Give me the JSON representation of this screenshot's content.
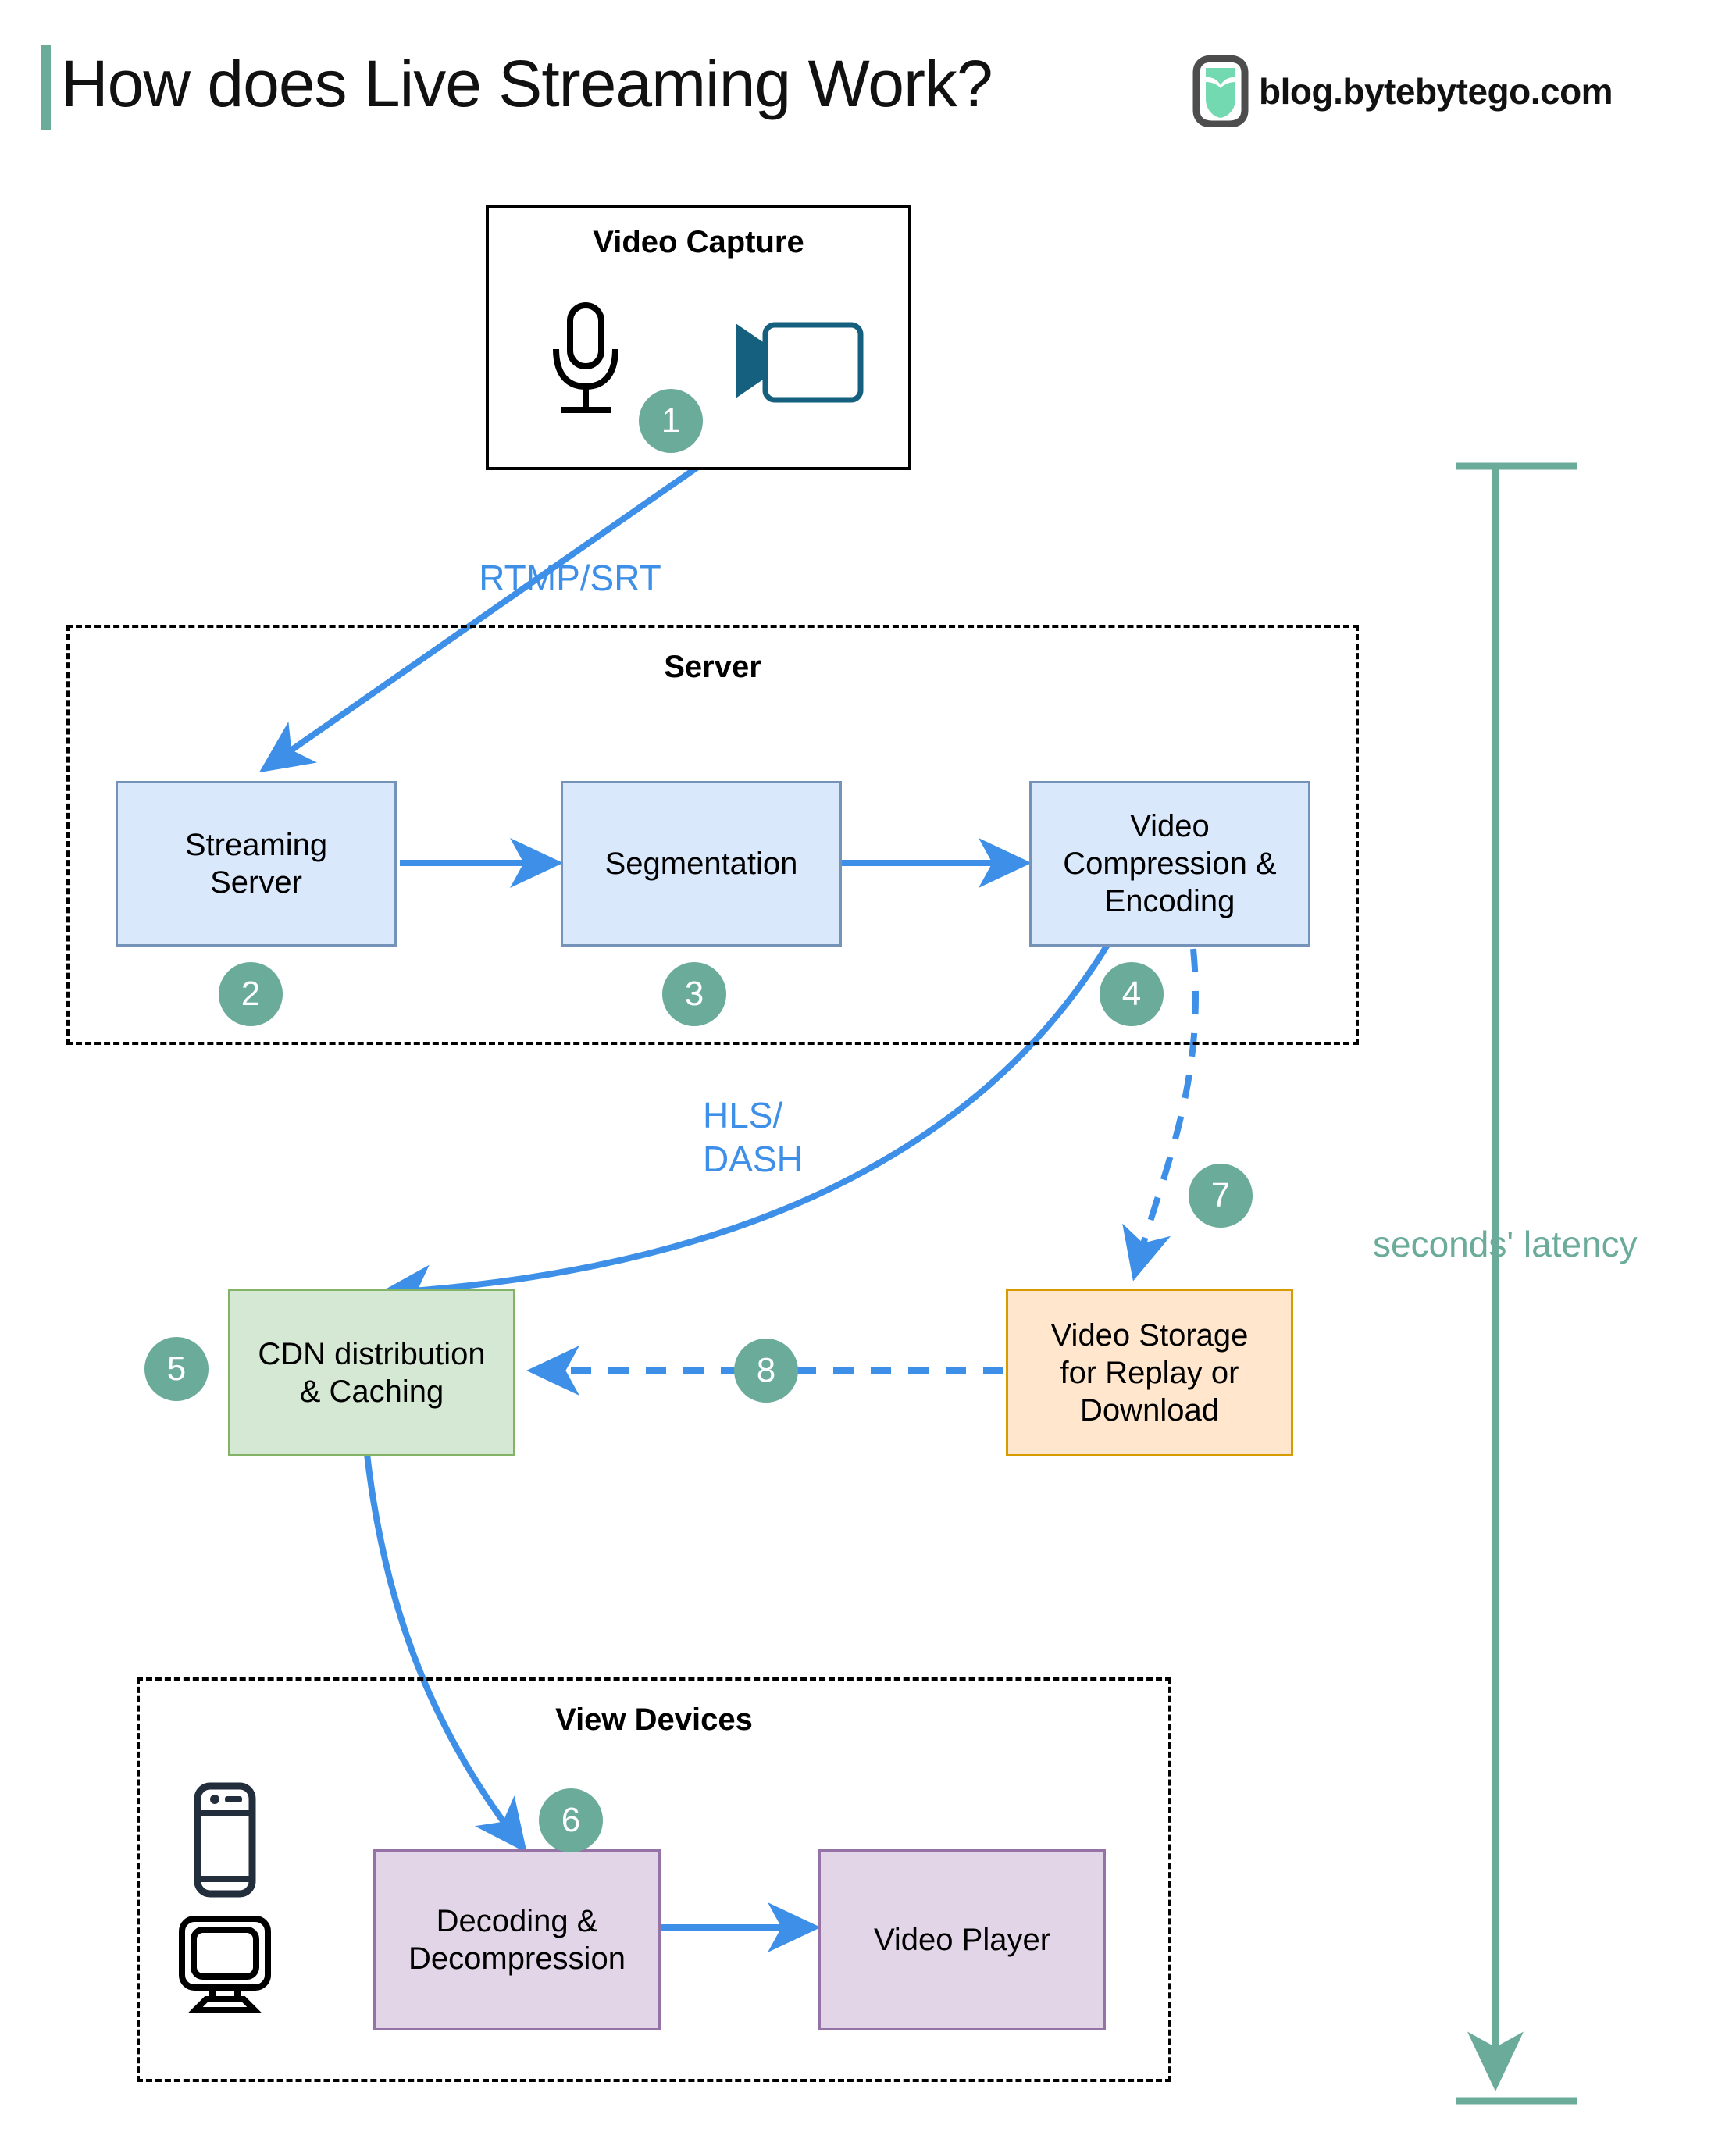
{
  "header": {
    "title": "How does Live Streaming Work?",
    "brand_text": "blog.bytebytego.com",
    "accent_color": "#6aab9a",
    "logo_name": "bytebytego-logo"
  },
  "capture_group": {
    "label": "Video Capture",
    "icons": [
      "microphone-icon",
      "video-camera-icon"
    ],
    "badge": "1"
  },
  "server_group": {
    "label": "Server",
    "nodes": [
      {
        "label": "Streaming\nServer",
        "badge": "2",
        "color": "#dae8fc"
      },
      {
        "label": "Segmentation",
        "badge": "3",
        "color": "#dae8fc"
      },
      {
        "label": "Video\nCompression &\nEncoding",
        "badge": "4",
        "color": "#dae8fc"
      }
    ]
  },
  "delivery": {
    "cdn": {
      "label": "CDN distribution\n& Caching",
      "badge": "5",
      "color": "#d5e8d4"
    },
    "storage": {
      "label": "Video Storage\nfor Replay or\nDownload",
      "badge": "7",
      "color": "#ffe6cc"
    },
    "storage_to_cdn_badge": "8"
  },
  "view_group": {
    "label": "View Devices",
    "icons": [
      "mobile-phone-icon",
      "desktop-monitor-icon"
    ],
    "nodes": [
      {
        "label": "Decoding &\nDecompression",
        "badge": "6",
        "color": "#e1d5e7"
      },
      {
        "label": "Video Player",
        "badge": "",
        "color": "#e1d5e7"
      }
    ]
  },
  "edges": [
    {
      "name": "capture-to-streaming-server",
      "label": "RTMP/SRT",
      "color": "#3d8fe8",
      "style": "solid"
    },
    {
      "name": "encoding-to-cdn",
      "label": "HLS/\nDASH",
      "color": "#3d8fe8",
      "style": "solid"
    },
    {
      "name": "encoding-to-storage",
      "label": "",
      "color": "#3d8fe8",
      "style": "dashed"
    },
    {
      "name": "storage-to-cdn",
      "label": "",
      "color": "#3d8fe8",
      "style": "dashed"
    }
  ],
  "latency": {
    "label": "seconds' latency",
    "color": "#6aab9a"
  }
}
